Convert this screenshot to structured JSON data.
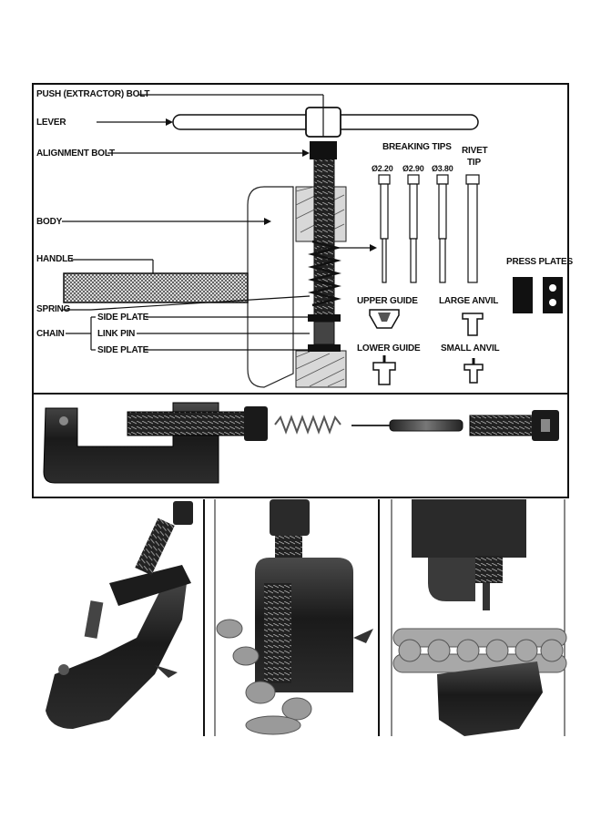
{
  "labels": {
    "push_bolt": "PUSH (EXTRACTOR) BOLT",
    "lever": "LEVER",
    "alignment_bolt": "ALIGNMENT BOLT",
    "body": "BODY",
    "handle": "HANDLE",
    "spring": "SPRING",
    "chain": "CHAIN",
    "side_plate_top": "SIDE PLATE",
    "link_pin": "LINK PIN",
    "side_plate_bottom": "SIDE PLATE",
    "breaking_tips": "BREAKING TIPS",
    "rivet_tip": "RIVET",
    "rivet_tip2": "TIP",
    "tip_1": "Ø2.20",
    "tip_2": "Ø2.90",
    "tip_3": "Ø3.80",
    "press_plates": "PRESS PLATES",
    "upper_guide": "UPPER GUIDE",
    "large_anvil": "LARGE ANVIL",
    "lower_guide": "LOWER GUIDE",
    "small_anvil": "SMALL ANVIL"
  },
  "colors": {
    "ink": "#111111",
    "metal_dark": "#1c1c1c",
    "metal_mid": "#5a5a5a",
    "photo_bg": "#ffffff"
  }
}
